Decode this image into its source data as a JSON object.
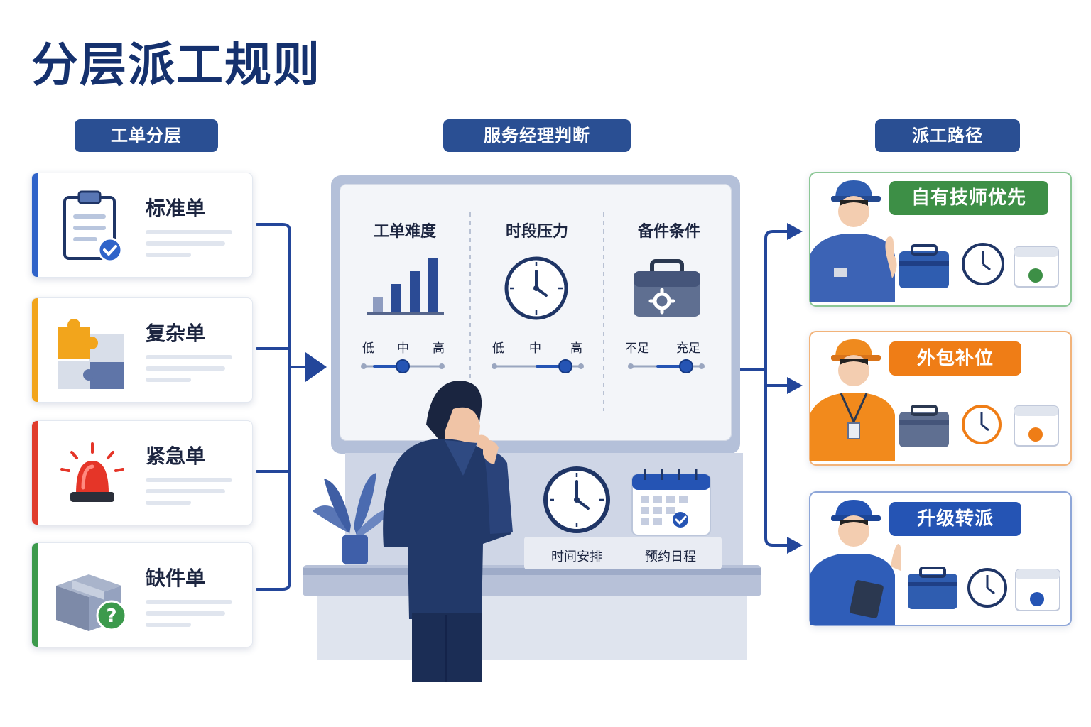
{
  "title": "分层派工规则",
  "sections": {
    "left": "工单分层",
    "middle": "服务经理判断",
    "right": "派工路径"
  },
  "tickets": [
    {
      "label": "标准单",
      "color": "#2f63c9",
      "icon": "clipboard-check-icon"
    },
    {
      "label": "复杂单",
      "color": "#f2a51c",
      "icon": "puzzle-icon"
    },
    {
      "label": "紧急单",
      "color": "#e03c2d",
      "icon": "siren-icon"
    },
    {
      "label": "缺件单",
      "color": "#3c9a4c",
      "icon": "box-question-icon"
    }
  ],
  "factors": [
    {
      "title": "工单难度",
      "levels": [
        "低",
        "中",
        "高"
      ],
      "value": 0.5,
      "icon": "bar-chart-icon"
    },
    {
      "title": "时段压力",
      "levels": [
        "低",
        "中",
        "高"
      ],
      "value": 0.82,
      "icon": "clock-icon"
    },
    {
      "title": "备件条件",
      "levels": [
        "不足",
        "充足"
      ],
      "value": 0.78,
      "icon": "toolbox-icon"
    }
  ],
  "desk": {
    "time_label": "时间安排",
    "schedule_label": "预约日程"
  },
  "routes": [
    {
      "label": "自有技师优先",
      "color": "#3d8f46",
      "border": "#8cc796",
      "helmet": "#2f5db0",
      "shirt": "#3c63b5"
    },
    {
      "label": "外包补位",
      "color": "#ef7d16",
      "border": "#f2b37a",
      "helmet": "#ef8a1e",
      "shirt": "#f28a1c"
    },
    {
      "label": "升级转派",
      "color": "#2554b4",
      "border": "#8ea6d8",
      "helmet": "#2554b4",
      "shirt": "#2f5db8"
    }
  ]
}
